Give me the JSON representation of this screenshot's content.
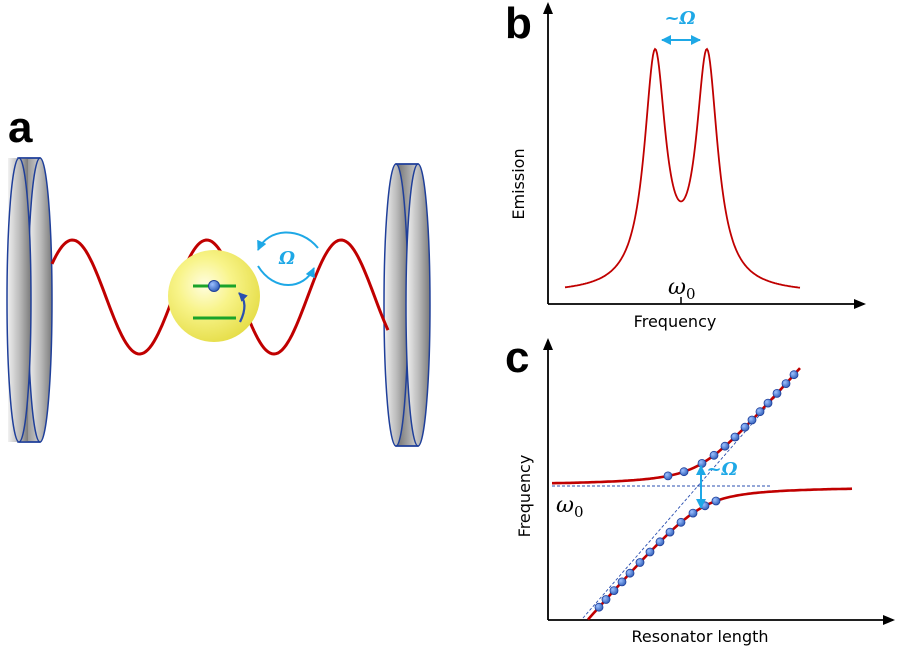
{
  "panels": {
    "a": {
      "letter": "a",
      "rabi_label": "Ω"
    },
    "b": {
      "letter": "b",
      "splitting_label": "~Ω",
      "x_axis_label": "Frequency",
      "y_axis_label": "Emission",
      "center_tick_symbol": "ω",
      "center_tick_subscript": "0"
    },
    "c": {
      "letter": "c",
      "splitting_label": "~Ω",
      "x_axis_label": "Resonator length",
      "y_axis_label": "Frequency",
      "level_symbol": "ω",
      "level_subscript": "0"
    }
  },
  "colors": {
    "curve_red": "#c00000",
    "accent_blue": "#1ea8e6",
    "dot_blue": "#4a7fd4",
    "atom_yellow": "#f4f079",
    "level_green": "#1aa32a",
    "mirror_gray": "#9a9a9a",
    "mirror_edge": "#1f3f9a"
  }
}
